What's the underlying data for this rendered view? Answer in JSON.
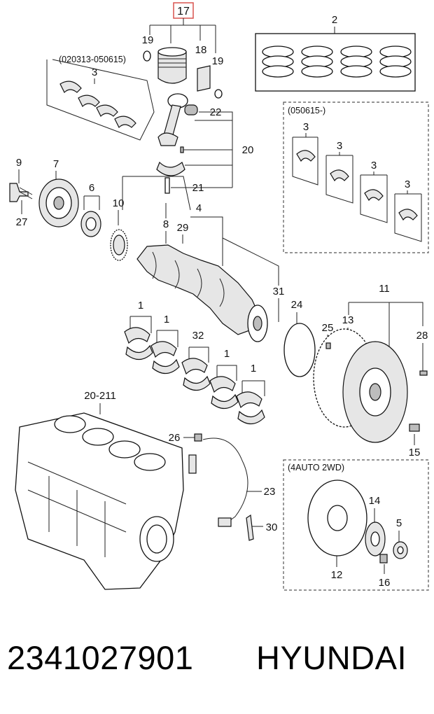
{
  "diagram": {
    "callouts": {
      "c17": "17",
      "c19a": "19",
      "c18": "18",
      "c19b": "19",
      "c2": "2",
      "c3top": "3",
      "c22": "22",
      "c20": "20",
      "c21": "21",
      "c3a": "3",
      "c3b": "3",
      "c3c": "3",
      "c3d": "3",
      "c9": "9",
      "c7": "7",
      "c6": "6",
      "c10": "10",
      "c27": "27",
      "c8": "8",
      "c29": "29",
      "c4": "4",
      "c31": "31",
      "c11": "11",
      "c13": "13",
      "c24": "24",
      "c25": "25",
      "c28": "28",
      "c1a": "1",
      "c1b": "1",
      "c32": "32",
      "c1c": "1",
      "c1d": "1",
      "c20_211": "20-211",
      "c26": "26",
      "c23": "23",
      "c30": "30",
      "c15": "15",
      "c14": "14",
      "c5": "5",
      "c12": "12",
      "c16": "16"
    },
    "notes": {
      "range_old": "(020313-050615)",
      "range_new": "(050615-)",
      "variant": "(4AUTO 2WD)"
    }
  },
  "footer": {
    "part_number": "2341027901",
    "brand": "HYUNDAI"
  },
  "colors": {
    "highlight_box": "#d9534f",
    "ink": "#111111",
    "dash": "#555555"
  }
}
